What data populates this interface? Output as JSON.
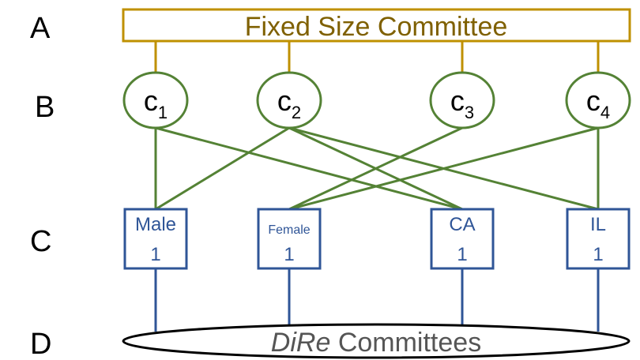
{
  "row_labels": [
    "A",
    "B",
    "C",
    "D"
  ],
  "committee": {
    "label": "Fixed Size Committee"
  },
  "candidates": [
    {
      "base": "c",
      "sub": "1"
    },
    {
      "base": "c",
      "sub": "2"
    },
    {
      "base": "c",
      "sub": "3"
    },
    {
      "base": "c",
      "sub": "4"
    }
  ],
  "groups": [
    {
      "label": "Male",
      "count": "1"
    },
    {
      "label": "Female",
      "count": "1"
    },
    {
      "label": "CA",
      "count": "1"
    },
    {
      "label": "IL",
      "count": "1"
    }
  ],
  "dire": {
    "italic": "DiRe",
    "rest": " Committees"
  },
  "colors": {
    "gold": "#BF9000",
    "gold_text": "#7F6000",
    "green": "#548235",
    "blue": "#2F5597",
    "black": "#000000"
  }
}
